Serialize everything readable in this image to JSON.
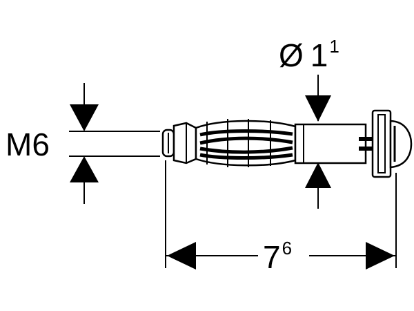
{
  "drawing": {
    "thread_label": "M6",
    "diameter_symbol": "Ø",
    "diameter_value": "1",
    "diameter_superscript": "1",
    "length_value": "7",
    "length_superscript": "6"
  }
}
